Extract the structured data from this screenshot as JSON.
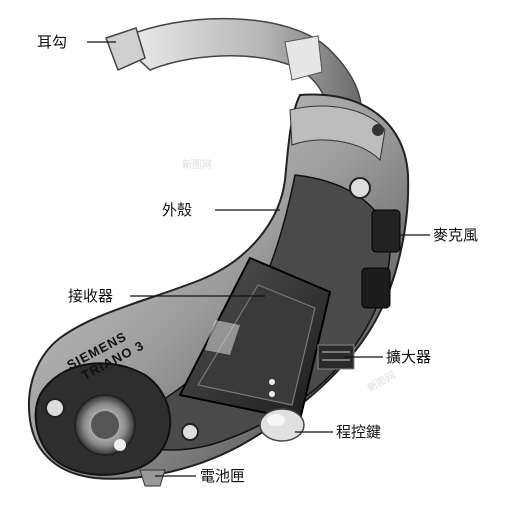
{
  "labels": {
    "ear_hook": "耳勾",
    "shell": "外殼",
    "microphone": "麥克風",
    "receiver": "接收器",
    "amplifier": "擴大器",
    "program_button": "程控鍵",
    "battery_compartment": "電池匣"
  },
  "device": {
    "brand": "SIEMENS",
    "model": "TRIANO 3"
  },
  "watermark": "新图网"
}
